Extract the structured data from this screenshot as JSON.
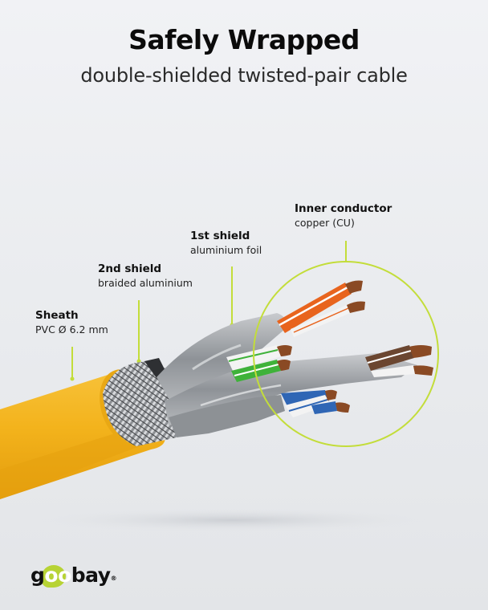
{
  "header": {
    "title": "Safely Wrapped",
    "subtitle": "double-shielded twisted-pair cable"
  },
  "callouts": [
    {
      "id": "sheath",
      "heading": "Sheath",
      "detail": "PVC Ø 6.2 mm"
    },
    {
      "id": "second-shield",
      "heading": "2nd shield",
      "detail": "braided aluminium"
    },
    {
      "id": "first-shield",
      "heading": "1st shield",
      "detail": "aluminium foil"
    },
    {
      "id": "inner-conductor",
      "heading": "Inner conductor",
      "detail": "copper (CU)"
    }
  ],
  "illustration": {
    "subject": "cable-cross-section",
    "sheath_color": "#f2b21b",
    "accent_color": "#c3dd3a",
    "pair_colors": [
      "#e8641e",
      "#3fb23a",
      "#6b4630",
      "#2f66b5"
    ],
    "copper_color": "#8a4a24",
    "foil_color": "#9a9ea3"
  },
  "brand": {
    "logo_prefix": "g",
    "logo_mid": "oo",
    "logo_suffix": "bay",
    "registered": "®",
    "accent_color": "#b7d335"
  }
}
